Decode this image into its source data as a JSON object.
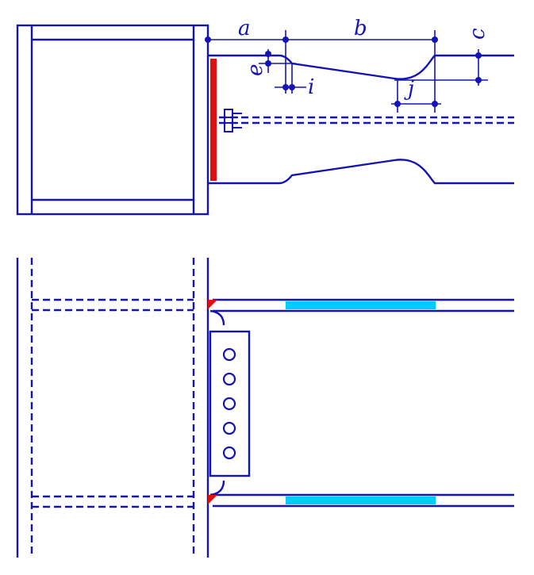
{
  "colors": {
    "line": "#1414b4",
    "weld": "#e01010",
    "plate": "#00ccff",
    "background": "#ffffff"
  },
  "labels": {
    "a": "a",
    "b": "b",
    "c": "c",
    "e": "e",
    "i": "i",
    "j": "j"
  },
  "bolt_hole_count": 5
}
